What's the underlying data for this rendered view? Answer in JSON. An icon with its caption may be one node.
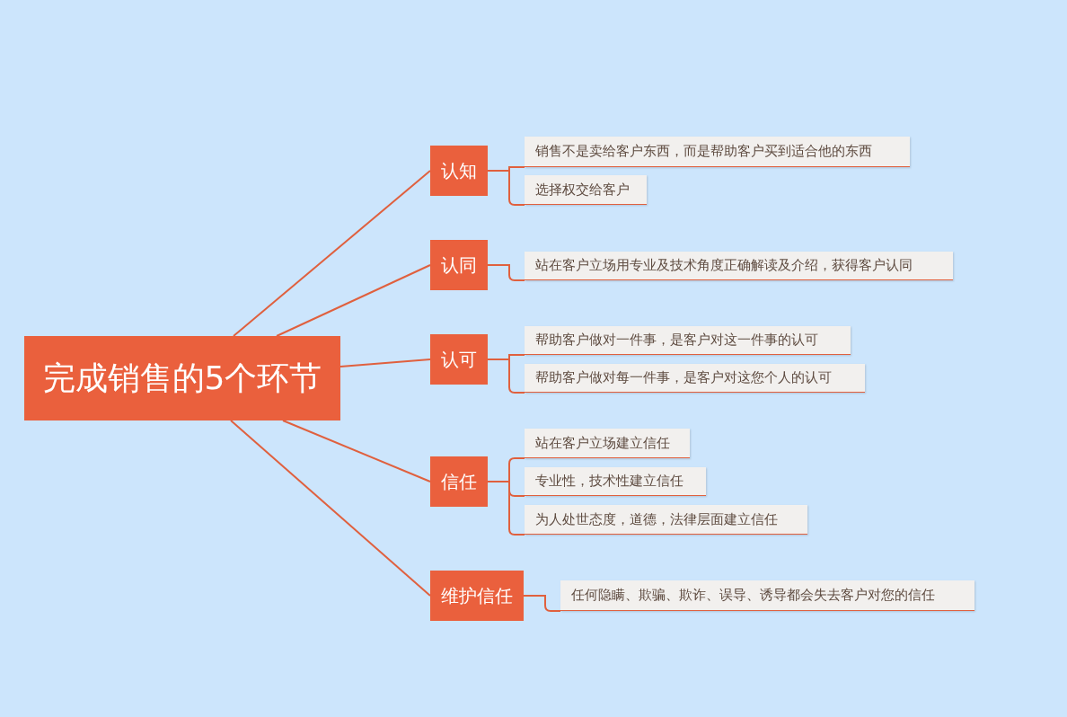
{
  "diagram": {
    "nodes": [
      {
        "text": [
          "完成销售的5个环节"
        ]
      },
      {
        "text": [
          "认知"
        ]
      },
      {
        "text": [
          "认同"
        ]
      },
      {
        "text": [
          "认可"
        ]
      },
      {
        "text": [
          "信任"
        ]
      },
      {
        "text": [
          "维护信任"
        ]
      },
      {
        "text": [
          "销售不是卖给客户东西，而是帮助客户买到适合他的东西"
        ]
      },
      {
        "text": [
          "选择权交给客户"
        ]
      },
      {
        "text": [
          "站在客户立场用专业及技术角度正确解读及介绍，获得客户认同"
        ]
      },
      {
        "text": [
          "帮助客户做对一件事，是客户对这一件事的认可"
        ]
      },
      {
        "text": [
          "帮助客户做对每一件事，是客户对这您个人的认可"
        ]
      },
      {
        "text": [
          "站在客户立场建立信任"
        ]
      },
      {
        "text": [
          "专业性，技术性建立信任"
        ]
      },
      {
        "text": [
          "为人处世态度，道德，法律层面建立信任"
        ]
      },
      {
        "text": [
          "任何隐瞒、欺骗、欺诈、误导、诱导都会失去客户对您的信任"
        ]
      }
    ],
    "edges": [
      {
        "from": 0,
        "to": 1,
        "arrow": "none"
      },
      {
        "from": 0,
        "to": 2,
        "arrow": "none"
      },
      {
        "from": 0,
        "to": 3,
        "arrow": "none"
      },
      {
        "from": 0,
        "to": 4,
        "arrow": "none"
      },
      {
        "from": 0,
        "to": 5,
        "arrow": "none"
      },
      {
        "from": 1,
        "to": 6,
        "arrow": "none"
      },
      {
        "from": 1,
        "to": 7,
        "arrow": "none"
      },
      {
        "from": 2,
        "to": 8,
        "arrow": "none"
      },
      {
        "from": 3,
        "to": 9,
        "arrow": "none"
      },
      {
        "from": 3,
        "to": 10,
        "arrow": "none"
      },
      {
        "from": 4,
        "to": 11,
        "arrow": "none"
      },
      {
        "from": 4,
        "to": 12,
        "arrow": "none"
      },
      {
        "from": 4,
        "to": 13,
        "arrow": "none"
      },
      {
        "from": 5,
        "to": 14,
        "arrow": "none"
      }
    ]
  }
}
